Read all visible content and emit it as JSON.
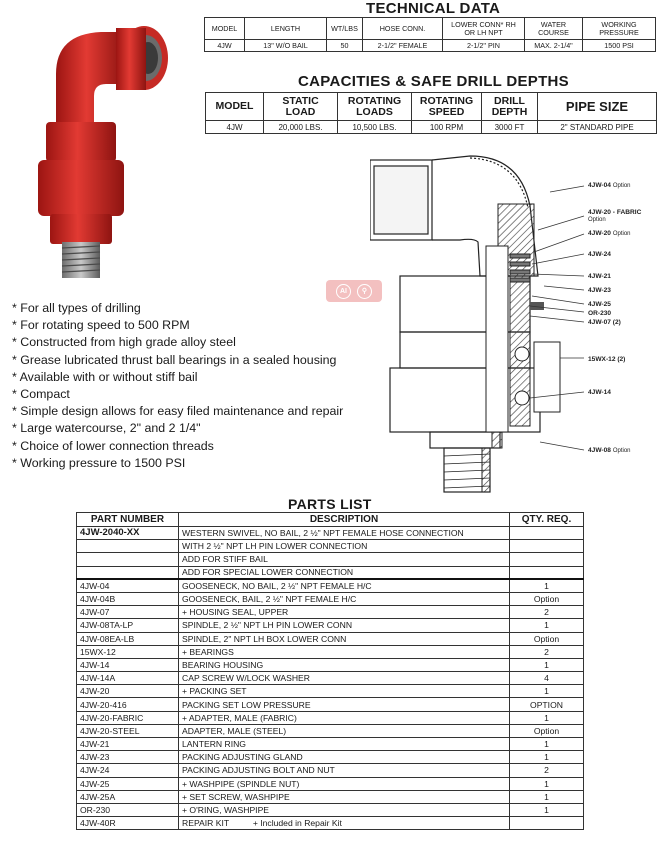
{
  "technical_data": {
    "title": "TECHNICAL DATA",
    "headers": [
      "MODEL",
      "LENGTH",
      "WT/LBS",
      "HOSE CONN.",
      "LOWER CONN* RH OR LH NPT",
      "WATER COURSE",
      "WORKING PRESSURE"
    ],
    "row": [
      "4JW",
      "13\" W/O BAIL",
      "50",
      "2-1/2\" FEMALE",
      "2-1/2\" PIN",
      "MAX. 2-1/4\"",
      "1500 PSI"
    ]
  },
  "capacities": {
    "title": "CAPACITIES & SAFE DRILL DEPTHS",
    "headers": [
      "MODEL",
      "STATIC LOAD",
      "ROTATING LOADS",
      "ROTATING SPEED",
      "DRILL DEPTH",
      "PIPE SIZE"
    ],
    "row": [
      "4JW",
      "20,000 LBS.",
      "10,500 LBS.",
      "100 RPM",
      "3000 FT",
      "2\" STANDARD PIPE"
    ]
  },
  "features": [
    "For all types of drilling",
    "For rotating speed to 500 RPM",
    "Constructed from high grade alloy steel",
    "Grease lubricated thrust ball bearings in a sealed housing",
    "Available with or without stiff bail",
    "Compact",
    "Simple design allows for easy filed maintenance and repair",
    "Large watercourse, 2\" and 2 1/4\"",
    "Choice of lower connection threads",
    "Working pressure to 1500 PSI"
  ],
  "callouts": [
    {
      "label": "4JW-04",
      "note": "Option"
    },
    {
      "label": "4JW-20 - FABRIC",
      "note": "Option"
    },
    {
      "label": "4JW-20",
      "note": "Option"
    },
    {
      "label": "4JW-24",
      "note": ""
    },
    {
      "label": "4JW-21",
      "note": ""
    },
    {
      "label": "4JW-23",
      "note": ""
    },
    {
      "label": "4JW-25",
      "note": ""
    },
    {
      "label": "OR-230",
      "note": ""
    },
    {
      "label": "4JW-07 (2)",
      "note": ""
    },
    {
      "label": "15WX-12 (2)",
      "note": ""
    },
    {
      "label": "4JW-14",
      "note": ""
    },
    {
      "label": "4JW-08",
      "note": "Option"
    }
  ],
  "parts_list": {
    "title": "PARTS LIST",
    "headers": [
      "PART NUMBER",
      "DESCRIPTION",
      "QTY. REQ."
    ],
    "header_rows": [
      [
        "4JW-2040-XX",
        "WESTERN SWIVEL, NO BAIL, 2 ½\" NPT FEMALE HOSE CONNECTION",
        ""
      ],
      [
        "",
        "WITH 2 ½\" NPT LH PIN LOWER CONNECTION",
        ""
      ],
      [
        "",
        "ADD FOR STIFF BAIL",
        ""
      ],
      [
        "",
        "ADD FOR SPECIAL LOWER CONNECTION",
        ""
      ]
    ],
    "rows": [
      [
        "4JW-04",
        "GOOSENECK, NO BAIL, 2 ½\" NPT FEMALE H/C",
        "1"
      ],
      [
        "4JW-04B",
        "GOOSENECK, BAIL, 2 ½\" NPT FEMALE H/C",
        "Option"
      ],
      [
        "4JW-07",
        "+ HOUSING SEAL, UPPER",
        "2"
      ],
      [
        "4JW-08TA-LP",
        "SPINDLE, 2 ½\" NPT LH PIN LOWER CONN",
        "1"
      ],
      [
        "4JW-08EA-LB",
        "SPINDLE, 2\" NPT LH BOX LOWER CONN",
        "Option"
      ],
      [
        "15WX-12",
        "+ BEARINGS",
        "2"
      ],
      [
        "4JW-14",
        "BEARING HOUSING",
        "1"
      ],
      [
        "4JW-14A",
        "CAP SCREW W/LOCK WASHER",
        "4"
      ],
      [
        "4JW-20",
        "+ PACKING SET",
        "1"
      ],
      [
        "4JW-20-416",
        "PACKING SET LOW PRESSURE",
        "OPTION"
      ],
      [
        "4JW-20-FABRIC",
        "+ ADAPTER, MALE (FABRIC)",
        "1"
      ],
      [
        "4JW-20-STEEL",
        "ADAPTER, MALE (STEEL)",
        "Option"
      ],
      [
        "4JW-21",
        "LANTERN RING",
        "1"
      ],
      [
        "4JW-23",
        "PACKING ADJUSTING GLAND",
        "1"
      ],
      [
        "4JW-24",
        "PACKING ADJUSTING BOLT AND NUT",
        "2"
      ],
      [
        "4JW-25",
        "+ WASHPIPE (SPINDLE NUT)",
        "1"
      ],
      [
        "4JW-25A",
        "+ SET SCREW, WASHPIPE",
        "1"
      ],
      [
        "OR-230",
        "+ O'RING, WASHPIPE",
        "1"
      ],
      [
        "4JW-40R",
        "REPAIR KIT          + Included in Repair Kit",
        ""
      ]
    ]
  },
  "colors": {
    "swivel_red": "#d32a26",
    "ink": "#1a1a1a",
    "watermark": "#f2b6b6"
  },
  "icons": [
    "swivel-photo",
    "swivel-cross-section-drawing",
    "ai-search-watermark-icon"
  ]
}
